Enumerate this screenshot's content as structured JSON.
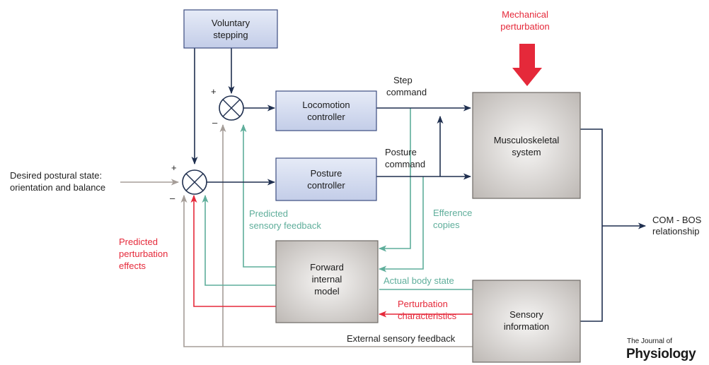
{
  "colors": {
    "navy": "#1f2f4f",
    "red": "#e5293a",
    "green": "#5fae9b",
    "gray": "#a59d98",
    "blue_box_fill": "#d2d9ee",
    "blue_box_stroke": "#3d4d80",
    "gray_box_fill": "#d3d0cd"
  },
  "boxes": {
    "voluntary": [
      "Voluntary",
      "stepping"
    ],
    "locomotion": [
      "Locomotion",
      "controller"
    ],
    "posture": [
      "Posture",
      "controller"
    ],
    "forward": [
      "Forward",
      "internal",
      "model"
    ],
    "musculo": [
      "Musculoskeletal",
      "system"
    ],
    "sensory": [
      "Sensory",
      "information"
    ]
  },
  "labels": {
    "mechanical": [
      "Mechanical",
      "perturbation"
    ],
    "step_command": [
      "Step",
      "command"
    ],
    "posture_command": [
      "Posture",
      "command"
    ],
    "desired": [
      "Desired postural state:",
      "orientation and balance"
    ],
    "predicted_sensory": [
      "Predicted",
      "sensory feedback"
    ],
    "efference": [
      "Efference",
      "copies"
    ],
    "predicted_perturbation": [
      "Predicted",
      "perturbation",
      "effects"
    ],
    "actual_body_state": "Actual body state",
    "perturbation_characteristics": [
      "Perturbation",
      "characteristics"
    ],
    "external_feedback": "External sensory feedback",
    "com_bos": [
      "COM - BOS",
      "relationship"
    ]
  },
  "signs": {
    "plus": "+",
    "minus": "–"
  },
  "journal": {
    "small": "The Journal of",
    "big": "Physiology"
  }
}
